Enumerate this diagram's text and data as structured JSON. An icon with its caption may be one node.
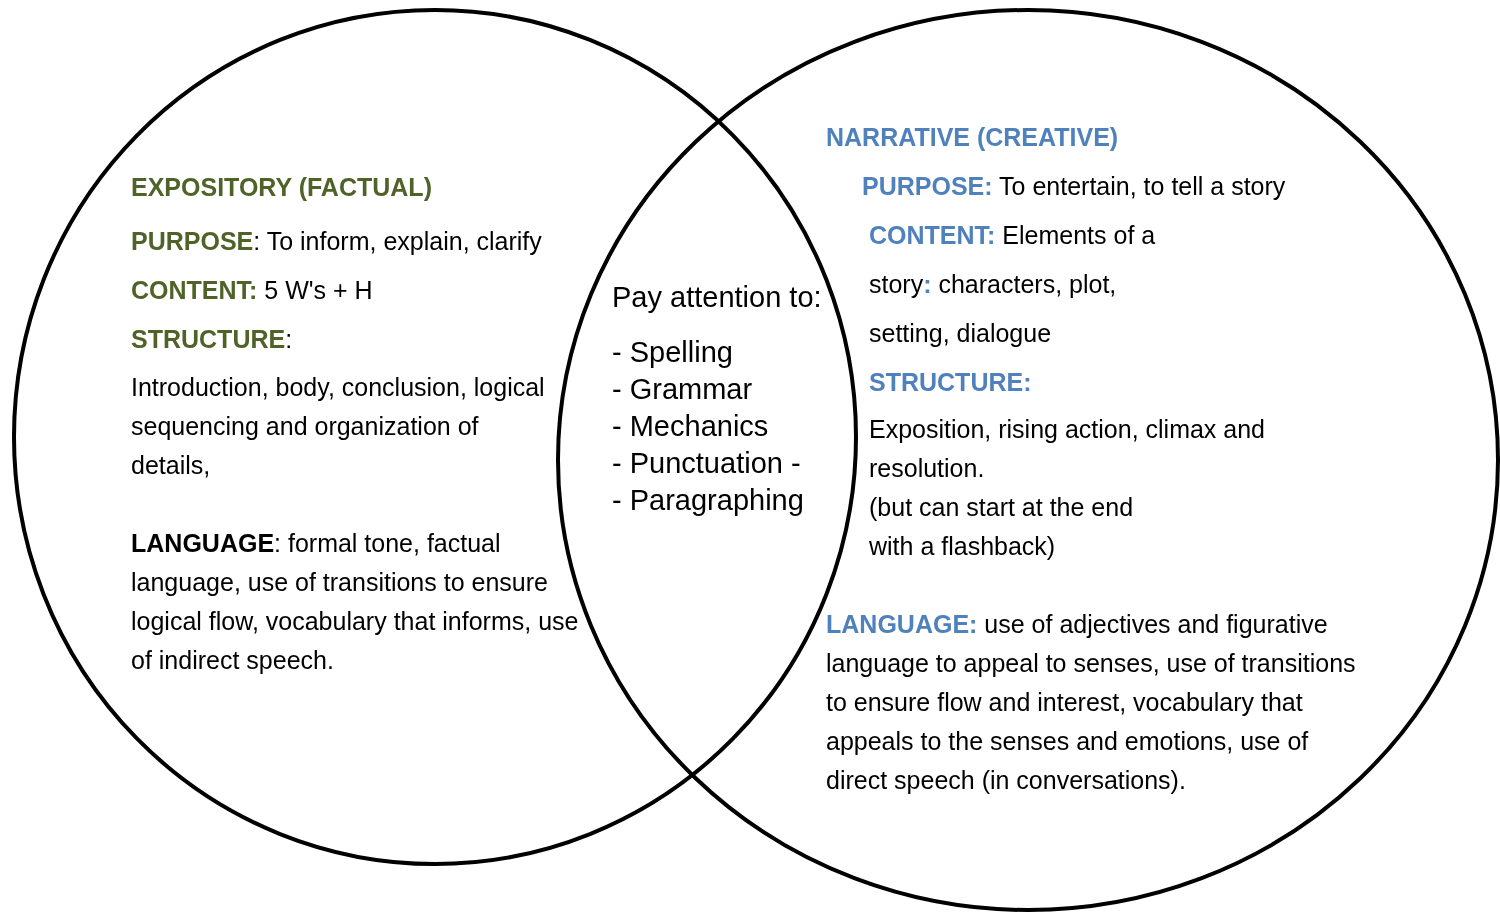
{
  "diagram": {
    "nodes": [
      {
        "text": [
          "EXPOSITORY (FACTUAL)",
          "**PURPOSE**: To inform, explain, clarify",
          "**CONTENT:** 5 W's + H",
          "**STRUCTURE**:",
          "Introduction, body, conclusion, logical sequencing and organization of details,",
          "**LANGUAGE**: formal tone, factual language, use of transitions to ensure logical flow, vocabulary that informs, use of indirect speech."
        ]
      },
      {
        "text": [
          "NARRATIVE (CREATIVE)",
          "**PURPOSE:** To entertain, to tell a story",
          "**CONTENT:** Elements of a story**:** characters, plot, setting, dialogue",
          "**STRUCTURE:**",
          "Exposition, rising action, climax and resolution.",
          "(but can start at the end with a flashback)",
          "**LANGUAGE:** use of adjectives and figurative language to appeal to senses, use of transitions to ensure flow and interest, vocabulary that appeals to the senses and emotions, use of direct speech (in conversations)."
        ]
      }
    ],
    "labels": [
      "Pay attention to:",
      "- Spelling",
      "- Grammar",
      "- Mechanics",
      "- Punctuation -",
      "- Paragraphing"
    ]
  }
}
